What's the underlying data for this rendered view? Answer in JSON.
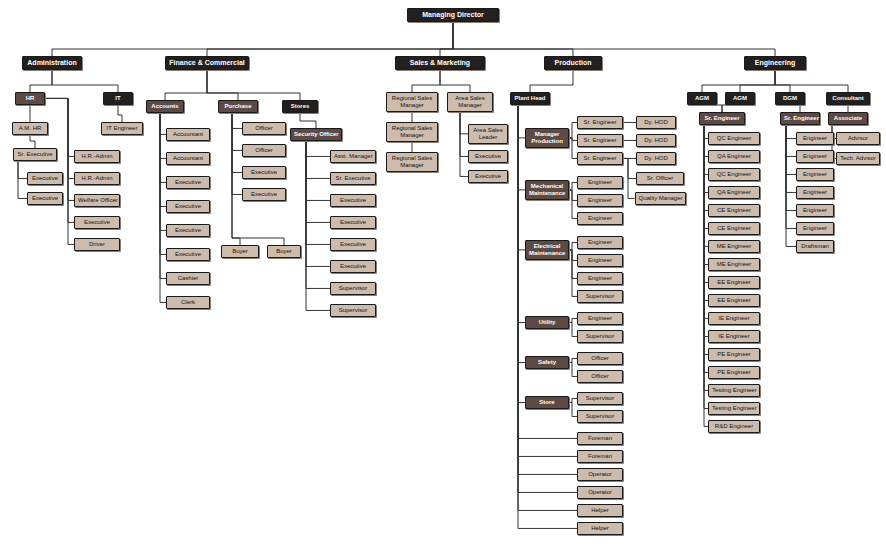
{
  "diagram": {
    "nodes": [
      {
        "text": [
          "Managing Director"
        ]
      },
      {
        "text": [
          "Administration"
        ]
      },
      {
        "text": [
          "Finance & Commercial"
        ]
      },
      {
        "text": [
          "Sales & Marketing"
        ]
      },
      {
        "text": [
          "Production"
        ]
      },
      {
        "text": [
          "Engineering"
        ]
      },
      {
        "text": [
          "HR"
        ]
      },
      {
        "text": [
          "IT"
        ]
      },
      {
        "text": [
          "A.M. HR"
        ]
      },
      {
        "text": [
          "Sr. Executive"
        ]
      },
      {
        "text": [
          "Executive"
        ]
      },
      {
        "text": [
          "Executive"
        ]
      },
      {
        "text": [
          "H.R.-Admin"
        ]
      },
      {
        "text": [
          "H.R.-Admin"
        ]
      },
      {
        "text": [
          "Welfare Officer"
        ]
      },
      {
        "text": [
          "Executive"
        ]
      },
      {
        "text": [
          "Driver"
        ]
      },
      {
        "text": [
          "IT Engineer"
        ]
      },
      {
        "text": [
          "Accounts"
        ]
      },
      {
        "text": [
          "Purchase"
        ]
      },
      {
        "text": [
          "Stores"
        ]
      },
      {
        "text": [
          "Accountant"
        ]
      },
      {
        "text": [
          "Accountant"
        ]
      },
      {
        "text": [
          "Executive"
        ]
      },
      {
        "text": [
          "Executive"
        ]
      },
      {
        "text": [
          "Executive"
        ]
      },
      {
        "text": [
          "Executive"
        ]
      },
      {
        "text": [
          "Cashier"
        ]
      },
      {
        "text": [
          "Clerk"
        ]
      },
      {
        "text": [
          "Officer"
        ]
      },
      {
        "text": [
          "Officer"
        ]
      },
      {
        "text": [
          "Executive"
        ]
      },
      {
        "text": [
          "Executive"
        ]
      },
      {
        "text": [
          "Buyer"
        ]
      },
      {
        "text": [
          "Buyer"
        ]
      },
      {
        "text": [
          "Security Officer"
        ]
      },
      {
        "text": [
          "Asst. Manager"
        ]
      },
      {
        "text": [
          "Sr. Executive"
        ]
      },
      {
        "text": [
          "Executive"
        ]
      },
      {
        "text": [
          "Executive"
        ]
      },
      {
        "text": [
          "Executive"
        ]
      },
      {
        "text": [
          "Executive"
        ]
      },
      {
        "text": [
          "Supervisor"
        ]
      },
      {
        "text": [
          "Supervisor"
        ]
      },
      {
        "text": [
          "Regional Sales Manager"
        ]
      },
      {
        "text": [
          "Regional Sales Manager"
        ]
      },
      {
        "text": [
          "Regional Sales Manager"
        ]
      },
      {
        "text": [
          "Area Sales Manager"
        ]
      },
      {
        "text": [
          "Area Sales Leader"
        ]
      },
      {
        "text": [
          "Executive"
        ]
      },
      {
        "text": [
          "Executive"
        ]
      },
      {
        "text": [
          "Plant Head"
        ]
      },
      {
        "text": [
          "Manager Production"
        ]
      },
      {
        "text": [
          "Sr. Engineer"
        ]
      },
      {
        "text": [
          "Sr. Engineer"
        ]
      },
      {
        "text": [
          "Sr. Engineer"
        ]
      },
      {
        "text": [
          "Dy. HOD"
        ]
      },
      {
        "text": [
          "Dy. HOD"
        ]
      },
      {
        "text": [
          "Dy. HOD"
        ]
      },
      {
        "text": [
          "Sr. Officer"
        ]
      },
      {
        "text": [
          "Quality Manager"
        ]
      },
      {
        "text": [
          "Mechanical Maintenance"
        ]
      },
      {
        "text": [
          "Engineer"
        ]
      },
      {
        "text": [
          "Engineer"
        ]
      },
      {
        "text": [
          "Engineer"
        ]
      },
      {
        "text": [
          "Electrical Maintenance"
        ]
      },
      {
        "text": [
          "Engineer"
        ]
      },
      {
        "text": [
          "Engineer"
        ]
      },
      {
        "text": [
          "Engineer"
        ]
      },
      {
        "text": [
          "Supervisor"
        ]
      },
      {
        "text": [
          "Utility"
        ]
      },
      {
        "text": [
          "Engineer"
        ]
      },
      {
        "text": [
          "Supervisor"
        ]
      },
      {
        "text": [
          "Safety"
        ]
      },
      {
        "text": [
          "Officer"
        ]
      },
      {
        "text": [
          "Officer"
        ]
      },
      {
        "text": [
          "Store"
        ]
      },
      {
        "text": [
          "Supervisor"
        ]
      },
      {
        "text": [
          "Supervisor"
        ]
      },
      {
        "text": [
          "Foreman"
        ]
      },
      {
        "text": [
          "Foreman"
        ]
      },
      {
        "text": [
          "Operator"
        ]
      },
      {
        "text": [
          "Operator"
        ]
      },
      {
        "text": [
          "Helper"
        ]
      },
      {
        "text": [
          "Helper"
        ]
      },
      {
        "text": [
          "AGM"
        ]
      },
      {
        "text": [
          "AGM"
        ]
      },
      {
        "text": [
          "DGM"
        ]
      },
      {
        "text": [
          "Consultant"
        ]
      },
      {
        "text": [
          "Sr. Engineer"
        ]
      },
      {
        "text": [
          "QC Engineer"
        ]
      },
      {
        "text": [
          "QA Engineer"
        ]
      },
      {
        "text": [
          "QC Engineer"
        ]
      },
      {
        "text": [
          "QA Engineer"
        ]
      },
      {
        "text": [
          "CE Engineer"
        ]
      },
      {
        "text": [
          "CE Engineer"
        ]
      },
      {
        "text": [
          "ME Engineer"
        ]
      },
      {
        "text": [
          "ME Engineer"
        ]
      },
      {
        "text": [
          "EE Engineer"
        ]
      },
      {
        "text": [
          "EE Engineer"
        ]
      },
      {
        "text": [
          "IE Engineer"
        ]
      },
      {
        "text": [
          "IE Engineer"
        ]
      },
      {
        "text": [
          "PE Engineer"
        ]
      },
      {
        "text": [
          "PE Engineer"
        ]
      },
      {
        "text": [
          "Testing Engineer"
        ]
      },
      {
        "text": [
          "Testing Engineer"
        ]
      },
      {
        "text": [
          "R&D Engineer"
        ]
      },
      {
        "text": [
          "Sr. Engineer"
        ]
      },
      {
        "text": [
          "Engineer"
        ]
      },
      {
        "text": [
          "Engineer"
        ]
      },
      {
        "text": [
          "Engineer"
        ]
      },
      {
        "text": [
          "Engineer"
        ]
      },
      {
        "text": [
          "Engineer"
        ]
      },
      {
        "text": [
          "Engineer"
        ]
      },
      {
        "text": [
          "Draftsman"
        ]
      },
      {
        "text": [
          "Associate"
        ]
      },
      {
        "text": [
          "Advisor"
        ]
      },
      {
        "text": [
          "Tech. Advisor"
        ]
      }
    ],
    "edges": [
      {
        "from": 0,
        "to": 1,
        "arrow": "none"
      },
      {
        "from": 0,
        "to": 2,
        "arrow": "none"
      },
      {
        "from": 0,
        "to": 3,
        "arrow": "none"
      },
      {
        "from": 0,
        "to": 4,
        "arrow": "none"
      },
      {
        "from": 0,
        "to": 5,
        "arrow": "none"
      },
      {
        "from": 1,
        "to": 6,
        "arrow": "none"
      },
      {
        "from": 1,
        "to": 7,
        "arrow": "none"
      },
      {
        "from": 6,
        "to": 8,
        "arrow": "none"
      },
      {
        "from": 8,
        "to": 9,
        "arrow": "none"
      },
      {
        "from": 9,
        "to": 10,
        "arrow": "none"
      },
      {
        "from": 9,
        "to": 11,
        "arrow": "none"
      },
      {
        "from": 6,
        "to": 12,
        "arrow": "none"
      },
      {
        "from": 6,
        "to": 13,
        "arrow": "none"
      },
      {
        "from": 6,
        "to": 14,
        "arrow": "none"
      },
      {
        "from": 6,
        "to": 15,
        "arrow": "none"
      },
      {
        "from": 6,
        "to": 16,
        "arrow": "none"
      },
      {
        "from": 7,
        "to": 17,
        "arrow": "none"
      },
      {
        "from": 2,
        "to": 18,
        "arrow": "none"
      },
      {
        "from": 2,
        "to": 19,
        "arrow": "none"
      },
      {
        "from": 2,
        "to": 20,
        "arrow": "none"
      },
      {
        "from": 18,
        "to": 21,
        "arrow": "none"
      },
      {
        "from": 18,
        "to": 22,
        "arrow": "none"
      },
      {
        "from": 18,
        "to": 23,
        "arrow": "none"
      },
      {
        "from": 18,
        "to": 24,
        "arrow": "none"
      },
      {
        "from": 18,
        "to": 25,
        "arrow": "none"
      },
      {
        "from": 18,
        "to": 26,
        "arrow": "none"
      },
      {
        "from": 18,
        "to": 27,
        "arrow": "none"
      },
      {
        "from": 18,
        "to": 28,
        "arrow": "none"
      },
      {
        "from": 19,
        "to": 29,
        "arrow": "none"
      },
      {
        "from": 19,
        "to": 30,
        "arrow": "none"
      },
      {
        "from": 19,
        "to": 31,
        "arrow": "none"
      },
      {
        "from": 19,
        "to": 32,
        "arrow": "none"
      },
      {
        "from": 19,
        "to": 33,
        "arrow": "none"
      },
      {
        "from": 19,
        "to": 34,
        "arrow": "none"
      },
      {
        "from": 20,
        "to": 35,
        "arrow": "none"
      },
      {
        "from": 35,
        "to": 36,
        "arrow": "none"
      },
      {
        "from": 35,
        "to": 37,
        "arrow": "none"
      },
      {
        "from": 35,
        "to": 38,
        "arrow": "none"
      },
      {
        "from": 35,
        "to": 39,
        "arrow": "none"
      },
      {
        "from": 35,
        "to": 40,
        "arrow": "none"
      },
      {
        "from": 35,
        "to": 41,
        "arrow": "none"
      },
      {
        "from": 35,
        "to": 42,
        "arrow": "none"
      },
      {
        "from": 35,
        "to": 43,
        "arrow": "none"
      },
      {
        "from": 3,
        "to": 44,
        "arrow": "none"
      },
      {
        "from": 44,
        "to": 45,
        "arrow": "none"
      },
      {
        "from": 45,
        "to": 46,
        "arrow": "none"
      },
      {
        "from": 3,
        "to": 47,
        "arrow": "none"
      },
      {
        "from": 47,
        "to": 48,
        "arrow": "none"
      },
      {
        "from": 47,
        "to": 49,
        "arrow": "none"
      },
      {
        "from": 47,
        "to": 50,
        "arrow": "none"
      },
      {
        "from": 4,
        "to": 51,
        "arrow": "none"
      },
      {
        "from": 51,
        "to": 52,
        "arrow": "none"
      },
      {
        "from": 51,
        "to": 61,
        "arrow": "none"
      },
      {
        "from": 51,
        "to": 65,
        "arrow": "none"
      },
      {
        "from": 51,
        "to": 70,
        "arrow": "none"
      },
      {
        "from": 51,
        "to": 73,
        "arrow": "none"
      },
      {
        "from": 51,
        "to": 76,
        "arrow": "none"
      },
      {
        "from": 51,
        "to": 79,
        "arrow": "none"
      },
      {
        "from": 51,
        "to": 80,
        "arrow": "none"
      },
      {
        "from": 51,
        "to": 81,
        "arrow": "none"
      },
      {
        "from": 51,
        "to": 82,
        "arrow": "none"
      },
      {
        "from": 51,
        "to": 83,
        "arrow": "none"
      },
      {
        "from": 51,
        "to": 84,
        "arrow": "none"
      },
      {
        "from": 52,
        "to": 53,
        "arrow": "none"
      },
      {
        "from": 52,
        "to": 54,
        "arrow": "none"
      },
      {
        "from": 52,
        "to": 55,
        "arrow": "none"
      },
      {
        "from": 53,
        "to": 56,
        "arrow": "none"
      },
      {
        "from": 54,
        "to": 57,
        "arrow": "none"
      },
      {
        "from": 55,
        "to": 58,
        "arrow": "none"
      },
      {
        "from": 55,
        "to": 59,
        "arrow": "none"
      },
      {
        "from": 55,
        "to": 60,
        "arrow": "none"
      },
      {
        "from": 61,
        "to": 62,
        "arrow": "none"
      },
      {
        "from": 61,
        "to": 63,
        "arrow": "none"
      },
      {
        "from": 61,
        "to": 64,
        "arrow": "none"
      },
      {
        "from": 65,
        "to": 66,
        "arrow": "none"
      },
      {
        "from": 65,
        "to": 67,
        "arrow": "none"
      },
      {
        "from": 65,
        "to": 68,
        "arrow": "none"
      },
      {
        "from": 65,
        "to": 69,
        "arrow": "none"
      },
      {
        "from": 70,
        "to": 71,
        "arrow": "none"
      },
      {
        "from": 70,
        "to": 72,
        "arrow": "none"
      },
      {
        "from": 73,
        "to": 74,
        "arrow": "none"
      },
      {
        "from": 73,
        "to": 75,
        "arrow": "none"
      },
      {
        "from": 76,
        "to": 77,
        "arrow": "none"
      },
      {
        "from": 76,
        "to": 78,
        "arrow": "none"
      },
      {
        "from": 5,
        "to": 85,
        "arrow": "none"
      },
      {
        "from": 5,
        "to": 86,
        "arrow": "none"
      },
      {
        "from": 5,
        "to": 87,
        "arrow": "none"
      },
      {
        "from": 5,
        "to": 88,
        "arrow": "none"
      },
      {
        "from": 85,
        "to": 89,
        "arrow": "none"
      },
      {
        "from": 86,
        "to": 89,
        "arrow": "none"
      },
      {
        "from": 89,
        "to": 90,
        "arrow": "none"
      },
      {
        "from": 89,
        "to": 91,
        "arrow": "none"
      },
      {
        "from": 89,
        "to": 92,
        "arrow": "none"
      },
      {
        "from": 89,
        "to": 93,
        "arrow": "none"
      },
      {
        "from": 89,
        "to": 94,
        "arrow": "none"
      },
      {
        "from": 89,
        "to": 95,
        "arrow": "none"
      },
      {
        "from": 89,
        "to": 96,
        "arrow": "none"
      },
      {
        "from": 89,
        "to": 97,
        "arrow": "none"
      },
      {
        "from": 89,
        "to": 98,
        "arrow": "none"
      },
      {
        "from": 89,
        "to": 99,
        "arrow": "none"
      },
      {
        "from": 89,
        "to": 100,
        "arrow": "none"
      },
      {
        "from": 89,
        "to": 101,
        "arrow": "none"
      },
      {
        "from": 89,
        "to": 102,
        "arrow": "none"
      },
      {
        "from": 89,
        "to": 103,
        "arrow": "none"
      },
      {
        "from": 89,
        "to": 104,
        "arrow": "none"
      },
      {
        "from": 89,
        "to": 105,
        "arrow": "none"
      },
      {
        "from": 89,
        "to": 106,
        "arrow": "none"
      },
      {
        "from": 87,
        "to": 107,
        "arrow": "none"
      },
      {
        "from": 107,
        "to": 108,
        "arrow": "none"
      },
      {
        "from": 107,
        "to": 109,
        "arrow": "none"
      },
      {
        "from": 107,
        "to": 110,
        "arrow": "none"
      },
      {
        "from": 107,
        "to": 111,
        "arrow": "none"
      },
      {
        "from": 107,
        "to": 112,
        "arrow": "none"
      },
      {
        "from": 107,
        "to": 113,
        "arrow": "none"
      },
      {
        "from": 107,
        "to": 114,
        "arrow": "none"
      },
      {
        "from": 88,
        "to": 115,
        "arrow": "none"
      },
      {
        "from": 115,
        "to": 116,
        "arrow": "none"
      },
      {
        "from": 115,
        "to": 117,
        "arrow": "none"
      }
    ]
  }
}
